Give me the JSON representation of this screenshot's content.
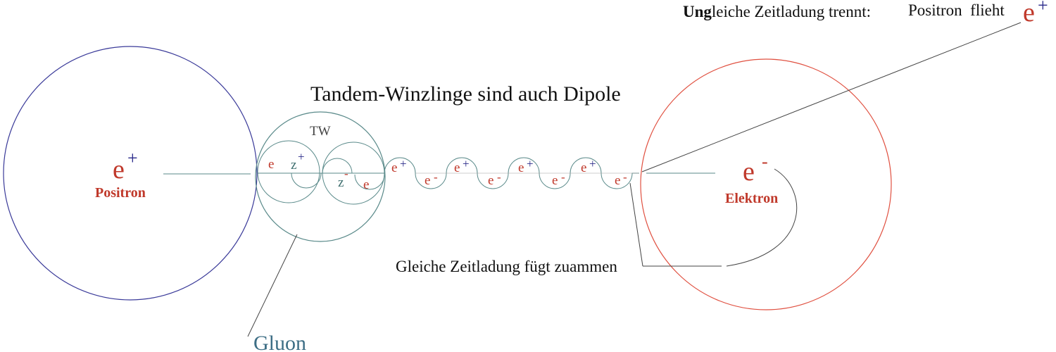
{
  "title": "Tandem-Winzlinge sind auch Dipole",
  "top_note": {
    "bold": "Ung",
    "rest": "leiche Zeitladung trennt:",
    "positron_flees": "Positron  flieht",
    "particle": "e",
    "sign": "+"
  },
  "positron": {
    "symbol": "e",
    "sign": "+",
    "label": "Positron"
  },
  "electron": {
    "symbol": "e",
    "sign": "-",
    "label": "Elektron"
  },
  "tw_label": "TW",
  "tandem": {
    "e1": "e",
    "z1": "z",
    "z1_sign": "+",
    "z2": "z",
    "z2_sign": "-",
    "e2": "e"
  },
  "chain": [
    {
      "symbol": "e",
      "sign": "+"
    },
    {
      "symbol": "e",
      "sign": "-"
    },
    {
      "symbol": "e",
      "sign": "+"
    },
    {
      "symbol": "e",
      "sign": "-"
    },
    {
      "symbol": "e",
      "sign": "+"
    },
    {
      "symbol": "e",
      "sign": "-"
    },
    {
      "symbol": "e",
      "sign": "+"
    },
    {
      "symbol": "e",
      "sign": "-"
    }
  ],
  "gleiche_note": "Gleiche Zeitladung fügt zuammen",
  "gluon_label": "Gluon",
  "colors": {
    "positron_circle": "#3a3a99",
    "electron_circle": "#e05040",
    "tw_circle": "#5a8a8a",
    "red_text": "#c0392b",
    "blue_sign": "#2a2a8a",
    "teal_text": "#3f6f6f",
    "gluon_text": "#3d6e85",
    "line": "#555555"
  }
}
